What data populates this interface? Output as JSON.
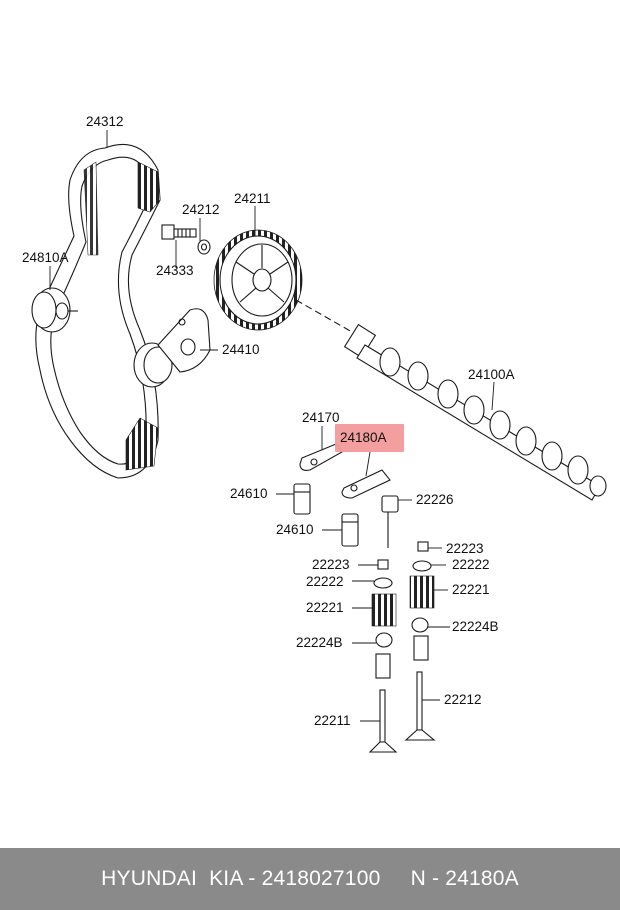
{
  "labels": {
    "l24312": "24312",
    "l24212": "24212",
    "l24211": "24211",
    "l24810A": "24810A",
    "l24333": "24333",
    "l24410": "24410",
    "l24100A": "24100A",
    "l24170": "24170",
    "l24180A": "24180A",
    "l24610a": "24610",
    "l24610b": "24610",
    "l22226": "22226",
    "l22223a": "22223",
    "l22223b": "22223",
    "l22222a": "22222",
    "l22222b": "22222",
    "l22221a": "22221",
    "l22221b": "22221",
    "l22224Ba": "22224B",
    "l22224Bb": "22224B",
    "l22211": "22211",
    "l22212": "22212"
  },
  "highlight_color": "#f29a9a",
  "footer": {
    "text": "HYUNDAI  KIA - 2418027100     N - 24180A"
  }
}
